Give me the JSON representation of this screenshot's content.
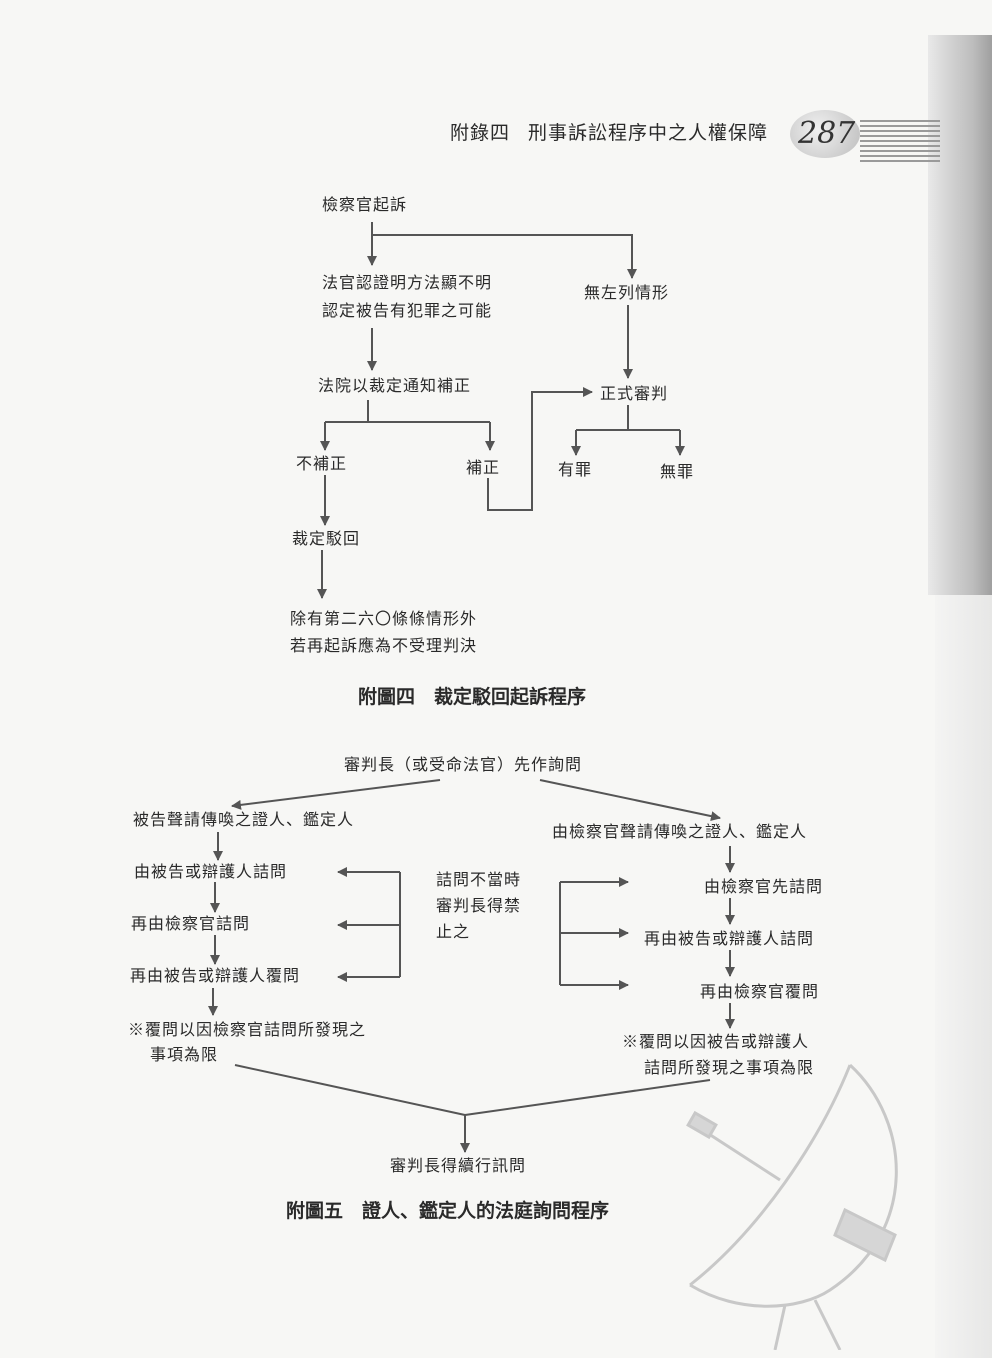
{
  "header": {
    "appendix": "附錄四",
    "chapter": "刑事訴訟程序中之人權保障",
    "page_number": "287"
  },
  "figure4": {
    "nodes": {
      "prosecution": "檢察官起訴",
      "judge_finds_1": "法官認證明方法顯不明",
      "judge_finds_2": "認定被告有犯罪之可能",
      "none_of_left": "無左列情形",
      "court_notice": "法院以裁定通知補正",
      "formal_trial": "正式審判",
      "no_correction": "不補正",
      "correction": "補正",
      "guilty": "有罪",
      "not_guilty": "無罪",
      "dismissal": "裁定駁回",
      "final_1": "除有第二六〇條條情形外",
      "final_2": "若再起訴應為不受理判決"
    },
    "caption": "附圖四　裁定駁回起訴程序"
  },
  "figure5": {
    "nodes": {
      "presiding_first": "審判長（或受命法官）先作詢問",
      "defendant_witness": "被告聲請傳喚之證人、鑑定人",
      "prosecutor_witness": "由檢察官聲請傳喚之證人、鑑定人",
      "defense_examines": "由被告或辯護人詰問",
      "then_prosecutor": "再由檢察官詰問",
      "then_defense_re": "再由被告或辯護人覆問",
      "note_left_1": "※覆問以因檢察官詰問所發現之",
      "note_left_2": "事項為限",
      "improper_1": "詰問不當時",
      "improper_2": "審判長得禁",
      "improper_3": "止之",
      "prosecutor_first": "由檢察官先詰問",
      "then_defense": "再由被告或辯護人詰問",
      "then_prosecutor_re": "再由檢察官覆問",
      "note_right_1": "※覆問以因被告或辯護人",
      "note_right_2": "詰問所發現之事項為限",
      "presiding_continue": "審判長得續行訊問"
    },
    "caption": "附圖五　證人、鑑定人的法庭詢問程序"
  }
}
